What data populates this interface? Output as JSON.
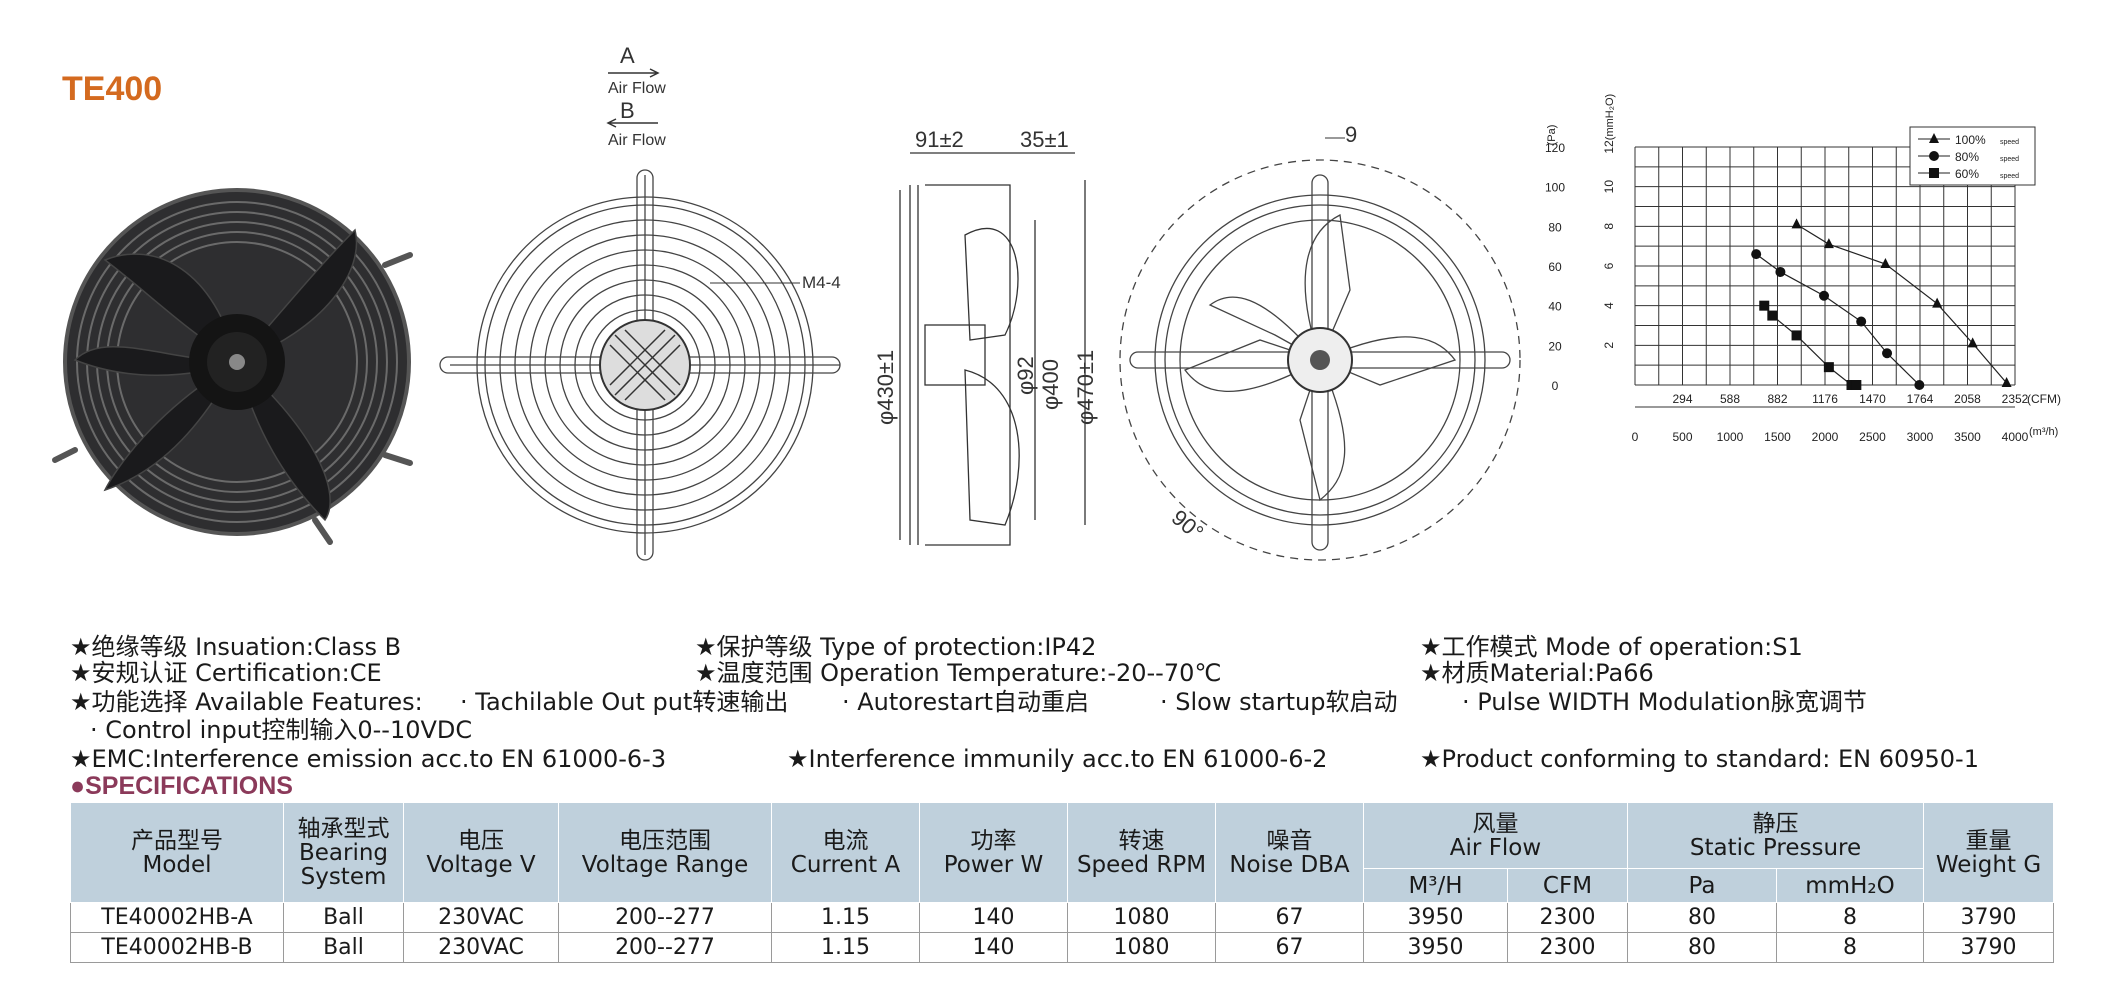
{
  "title": "TE400",
  "drawings": {
    "airflow_a": "A",
    "airflow_a_label": "Air  Flow",
    "airflow_b": "B",
    "airflow_b_label": "Air  Flow",
    "mount_hole": "M4-4",
    "dim_91": "91±2",
    "dim_35": "35±1",
    "dim_430": "φ430±1",
    "dim_92": "φ92",
    "dim_400": "φ400",
    "dim_470": "φ470±1",
    "dim_9": "9",
    "angle_90": "90°"
  },
  "chart_data": {
    "type": "line",
    "xlabel": "(CFM)",
    "xlabel2": "(m³/h)",
    "ylabel_left": "(Pa)",
    "ylabel_right": "(mmH₂O)",
    "x_cfm_ticks": [
      "294",
      "588",
      "882",
      "1176",
      "1470",
      "1764",
      "2058",
      "2352"
    ],
    "x_m3h_ticks": [
      "0",
      "500",
      "1000",
      "1500",
      "2000",
      "2500",
      "3000",
      "3500",
      "4000"
    ],
    "y_pa_ticks": [
      "0",
      "20",
      "40",
      "60",
      "80",
      "100",
      "120"
    ],
    "y_mm_ticks": [
      "2",
      "4",
      "6",
      "8",
      "10",
      "12"
    ],
    "xlim": [
      0,
      2352
    ],
    "ylim": [
      0,
      120
    ],
    "grid": true,
    "legend_position": "top-right",
    "series": [
      {
        "name": "100%",
        "legend_suffix": "speed",
        "marker": "triangle",
        "x": [
          1000,
          1200,
          1550,
          1870,
          2090,
          2300
        ],
        "y": [
          81,
          71,
          61,
          41,
          21,
          1
        ]
      },
      {
        "name": "80%",
        "legend_suffix": "speed",
        "marker": "circle",
        "x": [
          750,
          900,
          1170,
          1400,
          1560,
          1760
        ],
        "y": [
          66,
          57,
          45,
          32,
          16,
          0
        ]
      },
      {
        "name": "60%",
        "legend_suffix": "speed",
        "marker": "square",
        "x": [
          800,
          850,
          1000,
          1200,
          1340,
          1370
        ],
        "y": [
          40,
          35,
          25,
          9,
          0,
          0
        ]
      }
    ]
  },
  "features": {
    "insulation": "★绝缘等级 Insuation:Class B",
    "protection": "★保护等级 Type of protection:IP42",
    "mode": "★工作模式 Mode of operation:S1",
    "certification": "★安规认证 Certification:CE",
    "temperature": "★温度范围 Operation Temperature:-20--70℃",
    "material": "★材质Material:Pa66",
    "available": "★功能选择 Available Features:",
    "opt_tach": "· Tachilable Out put转速输出",
    "opt_autorestart": "· Autorestart自动重启",
    "opt_slow": "· Slow startup软启动",
    "opt_pwm": "· Pulse WIDTH Modulation脉宽调节",
    "opt_control": "· Control input控制输入0--10VDC",
    "emc": "★EMC:Interference emission acc.to EN 61000-6-3",
    "immunity": "★Interference immunily acc.to EN 61000-6-2",
    "standard": "★Product conforming to standard: EN 60950-1"
  },
  "specs": {
    "heading": "●SPECIFICATIONS",
    "headers": {
      "model": [
        "产品型号",
        "Model"
      ],
      "bearing": [
        "轴承型式",
        "Bearing",
        "System"
      ],
      "voltage": [
        "电压",
        "Voltage V"
      ],
      "range": [
        "电压范围",
        "Voltage Range"
      ],
      "current": [
        "电流",
        "Current A"
      ],
      "power": [
        "功率",
        "Power W"
      ],
      "speed": [
        "转速",
        "Speed RPM"
      ],
      "noise": [
        "噪音",
        "Noise DBA"
      ],
      "airflow": [
        "风量",
        "Air Flow"
      ],
      "pressure": [
        "静压",
        "Static Pressure"
      ],
      "weight": [
        "重量",
        "Weight G"
      ],
      "m3h": "M³/H",
      "cfm": "CFM",
      "pa": "Pa",
      "mmh2o": "mmH₂O"
    },
    "rows": [
      [
        "TE40002HB-A",
        "Ball",
        "230VAC",
        "200--277",
        "1.15",
        "140",
        "1080",
        "67",
        "3950",
        "2300",
        "80",
        "8",
        "3790"
      ],
      [
        "TE40002HB-B",
        "Ball",
        "230VAC",
        "200--277",
        "1.15",
        "140",
        "1080",
        "67",
        "3950",
        "2300",
        "80",
        "8",
        "3790"
      ]
    ]
  }
}
